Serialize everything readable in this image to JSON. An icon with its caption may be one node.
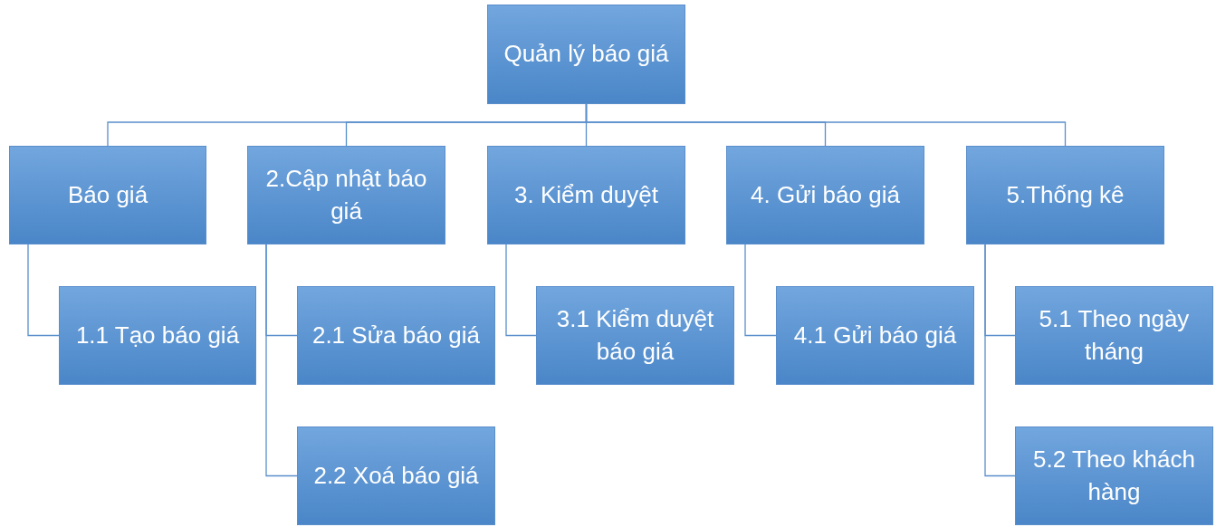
{
  "diagram": {
    "nodes": [
      {
        "text": [
          "Quản lý báo giá"
        ]
      },
      {
        "text": [
          "Báo giá"
        ]
      },
      {
        "text": [
          "2.Cập nhật báo giá"
        ]
      },
      {
        "text": [
          "3. Kiểm duyệt"
        ]
      },
      {
        "text": [
          "4. Gửi báo giá"
        ]
      },
      {
        "text": [
          "5.Thống kê"
        ]
      },
      {
        "text": [
          "1.1 Tạo báo giá"
        ]
      },
      {
        "text": [
          "2.1 Sửa báo giá"
        ]
      },
      {
        "text": [
          "2.2 Xoá báo giá"
        ]
      },
      {
        "text": [
          "3.1 Kiểm duyệt báo giá"
        ]
      },
      {
        "text": [
          "4.1 Gửi báo giá"
        ]
      },
      {
        "text": [
          "5.1 Theo ngày tháng"
        ]
      },
      {
        "text": [
          "5.2 Theo khách hàng"
        ]
      }
    ],
    "edges": [
      {
        "from": 0,
        "to": 1,
        "arrow": "none"
      },
      {
        "from": 0,
        "to": 2,
        "arrow": "none"
      },
      {
        "from": 0,
        "to": 3,
        "arrow": "none"
      },
      {
        "from": 0,
        "to": 4,
        "arrow": "none"
      },
      {
        "from": 0,
        "to": 5,
        "arrow": "none"
      },
      {
        "from": 1,
        "to": 6,
        "arrow": "none"
      },
      {
        "from": 2,
        "to": 7,
        "arrow": "none"
      },
      {
        "from": 2,
        "to": 8,
        "arrow": "none"
      },
      {
        "from": 3,
        "to": 9,
        "arrow": "none"
      },
      {
        "from": 4,
        "to": 10,
        "arrow": "none"
      },
      {
        "from": 5,
        "to": 11,
        "arrow": "none"
      },
      {
        "from": 5,
        "to": 12,
        "arrow": "none"
      }
    ]
  }
}
